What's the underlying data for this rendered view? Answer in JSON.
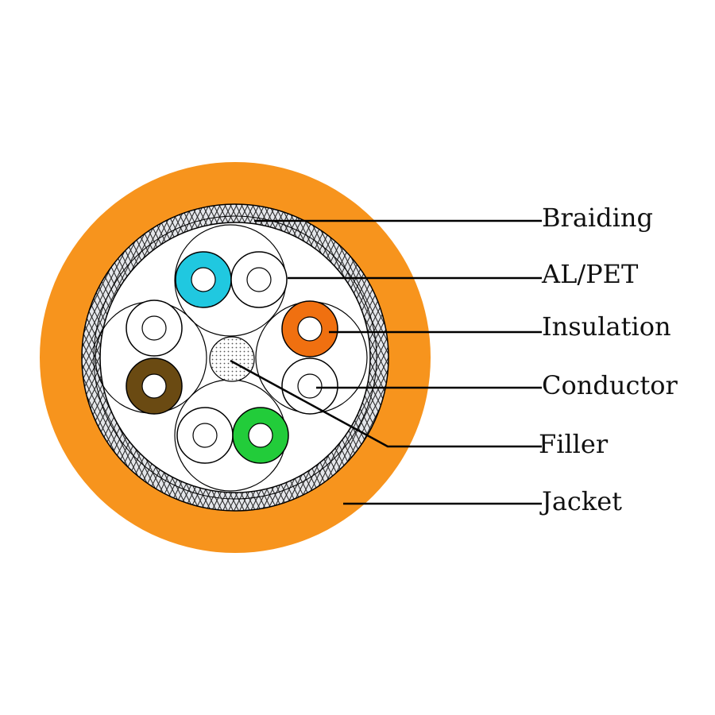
{
  "labels": {
    "braiding": "Braiding",
    "al_pet": "AL/PET",
    "insulation": "Insulation",
    "conductor": "Conductor",
    "filler": "Filler",
    "jacket": "Jacket"
  },
  "colors": {
    "jacket": "#f7941d",
    "braid_bg": "#e4e6ea",
    "filler": "#d8d8d8",
    "pairs": {
      "blue": "#20c8e0",
      "white": "#ffffff",
      "orange": "#f07010",
      "brown": "#6a4a12",
      "green": "#22cc3a"
    }
  }
}
